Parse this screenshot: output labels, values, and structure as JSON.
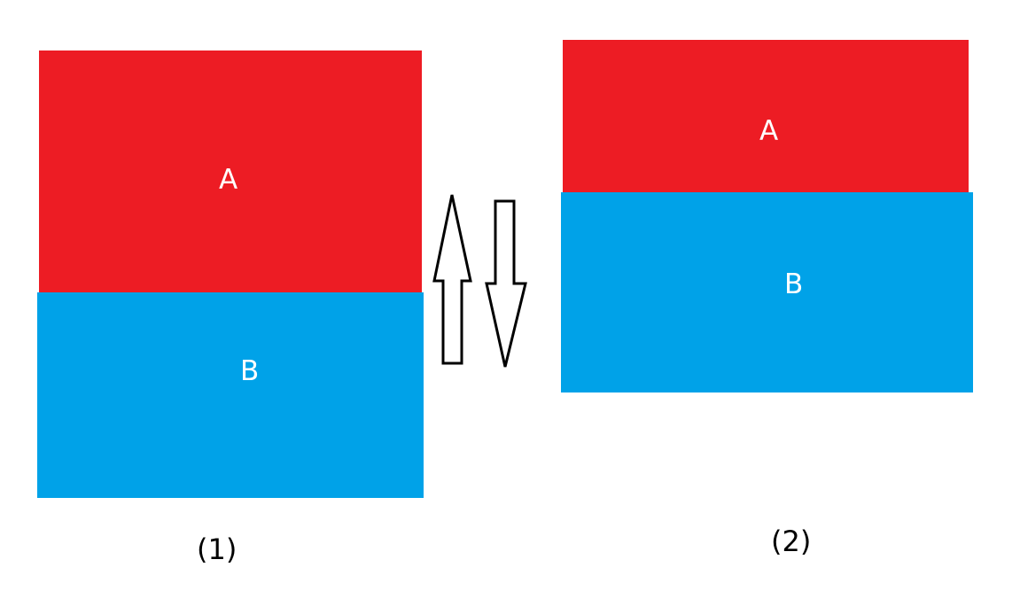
{
  "colors": {
    "block_a": "#ed1c24",
    "block_b": "#00a2e8",
    "label": "#ffffff",
    "arrow_stroke": "#000000",
    "background": "#ffffff"
  },
  "panels": [
    {
      "caption": "(1)",
      "block_a_label": "A",
      "block_b_label": "B"
    },
    {
      "caption": "(2)",
      "block_a_label": "A",
      "block_b_label": "B"
    }
  ],
  "arrows": [
    {
      "direction": "up",
      "icon": "arrow-up-icon"
    },
    {
      "direction": "down",
      "icon": "arrow-down-icon"
    }
  ]
}
